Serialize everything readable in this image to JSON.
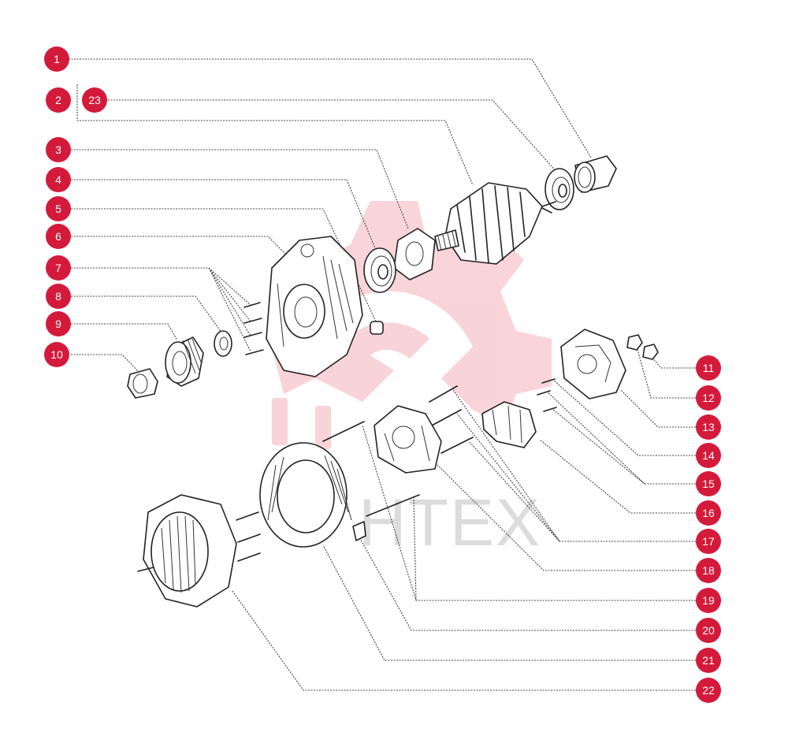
{
  "diagram": {
    "callout_color": "#d41a3a",
    "watermark_color": "#f4b0b8",
    "watermark_text": "HTEX",
    "callouts": [
      {
        "label": "1"
      },
      {
        "label": "2"
      },
      {
        "label": "23"
      },
      {
        "label": "3"
      },
      {
        "label": "4"
      },
      {
        "label": "5"
      },
      {
        "label": "6"
      },
      {
        "label": "7"
      },
      {
        "label": "8"
      },
      {
        "label": "9"
      },
      {
        "label": "10"
      },
      {
        "label": "11"
      },
      {
        "label": "12"
      },
      {
        "label": "13"
      },
      {
        "label": "14"
      },
      {
        "label": "15"
      },
      {
        "label": "16"
      },
      {
        "label": "17"
      },
      {
        "label": "18"
      },
      {
        "label": "19"
      },
      {
        "label": "20"
      },
      {
        "label": "21"
      },
      {
        "label": "22"
      }
    ]
  }
}
